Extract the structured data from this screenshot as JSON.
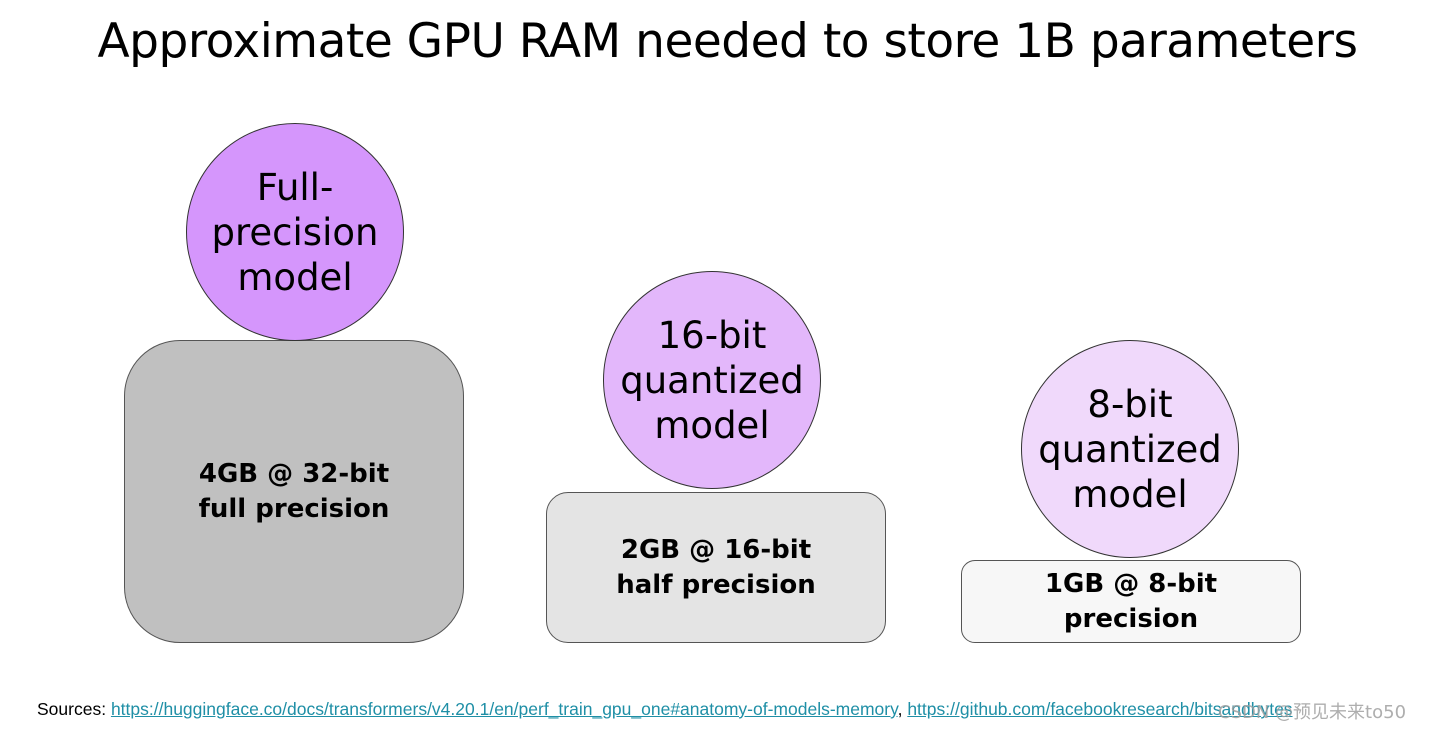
{
  "title": "Approximate GPU RAM needed to store 1B parameters",
  "colors": {
    "full_box": "#c0c0c0",
    "half_box": "#e4e4e4",
    "eight_box": "#f7f7f7",
    "full_circle": "#d596fc",
    "half_circle": "#e3b7fb",
    "eight_circle": "#f0d9fb",
    "link": "#1f8fa6"
  },
  "models": [
    {
      "circle_lines": [
        "Full-",
        "precision",
        "model"
      ],
      "box_lines": [
        "4GB @ 32-bit",
        "full precision"
      ]
    },
    {
      "circle_lines": [
        "16-bit",
        "quantized",
        "model"
      ],
      "box_lines": [
        "2GB @ 16-bit",
        "half precision"
      ]
    },
    {
      "circle_lines": [
        "8-bit",
        "quantized",
        "model"
      ],
      "box_lines": [
        "1GB @ 8-bit",
        "precision"
      ]
    }
  ],
  "sources": {
    "label": "Sources:",
    "link1": "https://huggingface.co/docs/transformers/v4.20.1/en/perf_train_gpu_one#anatomy-of-models-memory",
    "separator": ",",
    "link2": "https://github.com/facebookresearch/bitsandbytes"
  },
  "watermark": "CSDN @预见未来to50"
}
